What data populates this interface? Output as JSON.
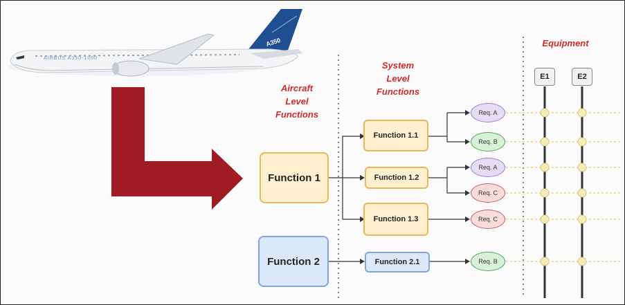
{
  "aircraft": {
    "tail_label": "A350",
    "body_label": "AIRBUS A350-1000"
  },
  "headers": {
    "aircraft_level": [
      "Aircraft",
      "Level",
      "Functions"
    ],
    "system_level": [
      "System",
      "Level",
      "Functions"
    ],
    "equipment": "Equipment"
  },
  "aircraft_functions": [
    "Function 1",
    "Function 2"
  ],
  "system_functions": [
    "Function 1.1",
    "Function 1.2",
    "Function 1.3",
    "Function 2.1"
  ],
  "requirements": [
    "Req. A",
    "Req. B",
    "Req. A",
    "Req. C",
    "Req. C",
    "Req. B"
  ],
  "equipment": [
    "E1",
    "E2"
  ],
  "colors": {
    "arrow": "#a11b24",
    "header_text": "#d42a2a",
    "yellow_box": "#fff0cf",
    "blue_box": "#dde9f9",
    "req_purple": "#e6dcf4",
    "req_green": "#d9f1d9",
    "req_red": "#f8dcdc",
    "node": "#f7ecb8"
  }
}
